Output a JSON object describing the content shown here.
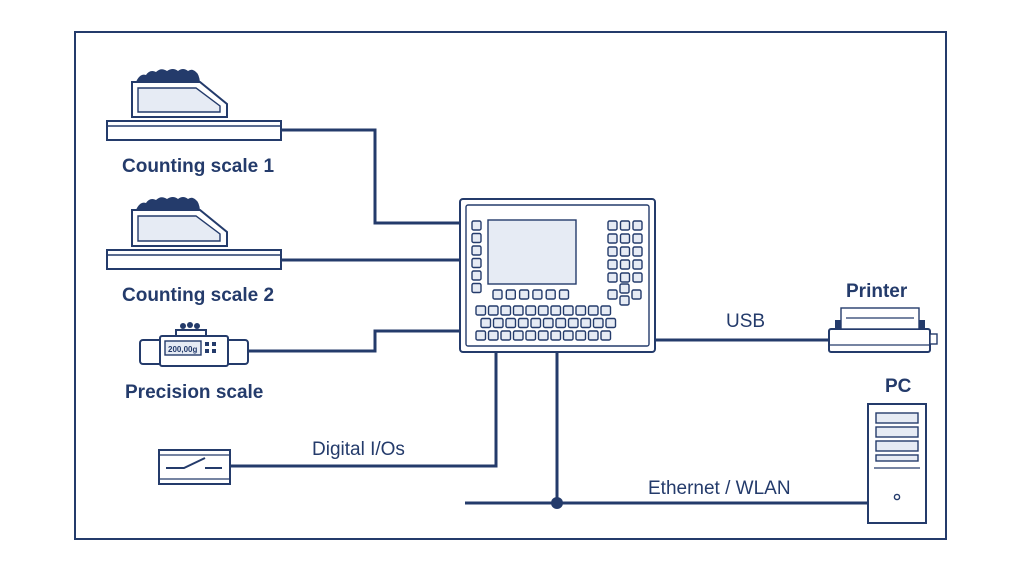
{
  "colors": {
    "line": "#243b6b",
    "background": "#ffffff",
    "fill_light": "#e6ebf4"
  },
  "devices": {
    "counting_scale_1": "Counting scale 1",
    "counting_scale_2": "Counting scale 2",
    "precision_scale": "Precision scale",
    "precision_scale_display": "200,00g",
    "printer": "Printer",
    "pc": "PC"
  },
  "connections": {
    "usb": "USB",
    "digital_io": "Digital I/Os",
    "ethernet_wlan": "Ethernet / WLAN"
  },
  "icons": {
    "terminal": "weighing-terminal-icon",
    "counting_scale": "counting-scale-icon",
    "precision_scale": "precision-scale-icon",
    "printer": "printer-icon",
    "pc": "pc-tower-icon",
    "digital_io": "switch-module-icon"
  }
}
